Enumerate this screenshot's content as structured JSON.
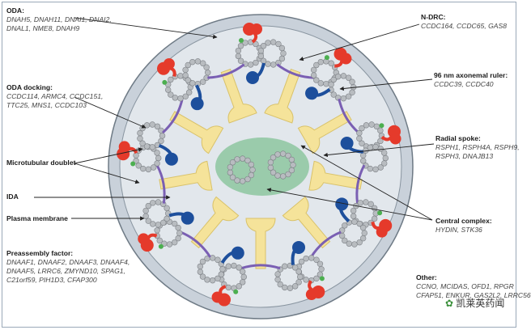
{
  "labels": {
    "oda": {
      "title": "ODA:",
      "genes": [
        "DNAH5, DNAH11, DNAI1, DNAI2,",
        "DNAL1, NME8, DNAH9"
      ]
    },
    "oda_docking": {
      "title": "ODA docking:",
      "genes": [
        "CCDC114, ARMC4, CCDC151,",
        "TTC25, MNS1, CCDC103"
      ]
    },
    "microtubular_doublet": {
      "title": "Microtubular doublet"
    },
    "ida": {
      "title": "IDA"
    },
    "plasma_membrane": {
      "title": "Plasma membrane"
    },
    "preassembly": {
      "title": "Preassembly factor:",
      "genes": [
        "DNAAF1, DNAAF2, DNAAF3, DNAAF4,",
        "DNAAF5, LRRC6, ZMYND10, SPAG1,",
        "C21orf59, PIH1D3, CFAP300"
      ]
    },
    "ndrc": {
      "title": "N-DRC:",
      "genes": [
        "CCDC164, CCDC65, GAS8"
      ]
    },
    "ruler": {
      "title": "96 nm axonemal ruler:",
      "genes": [
        "CCDC39, CCDC40"
      ]
    },
    "radial_spoke": {
      "title": "Radial spoke:",
      "genes": [
        "RSPH1, RSPH4A, RSPH9,",
        "RSPH3, DNAJB13"
      ]
    },
    "central_complex": {
      "title": "Central complex:",
      "genes": [
        "HYDIN, STK36"
      ]
    },
    "other": {
      "title": "Other:",
      "genes": [
        "CCNO, MCIDAS, OFD1, RPGR",
        "CFAP51, ENKUR, GAS2L2, LRRC56"
      ]
    }
  },
  "watermark": "凯莱英药闻",
  "colors": {
    "outer_membrane": "#c9d1da",
    "interior": "#e2e7ec",
    "tubule": "#b8bcc0",
    "ida_blue": "#1d4f9c",
    "oda_red": "#e53a2b",
    "spoke_yellow": "#f5e39a",
    "central_green": "#8dc5a0",
    "nexin_purple": "#7a5fb3",
    "dock_green": "#4caf50"
  }
}
